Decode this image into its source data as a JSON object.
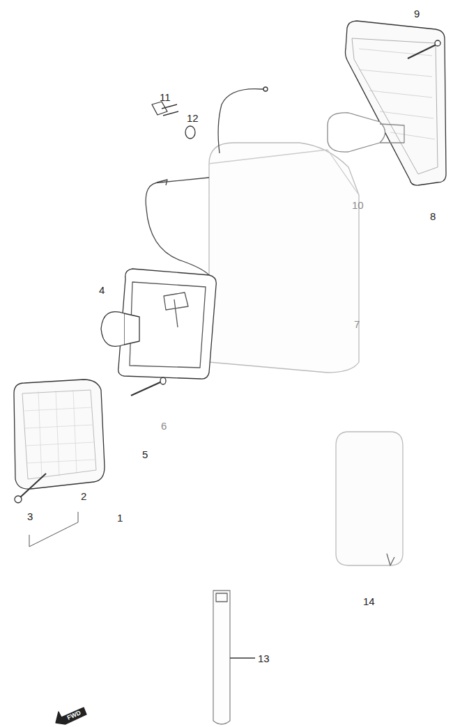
{
  "diagram": {
    "labels": [
      "9",
      "11",
      "12",
      "10",
      "8",
      "4",
      "7",
      "6",
      "5",
      "2",
      "3",
      "1",
      "14",
      "13",
      "FWD"
    ]
  }
}
